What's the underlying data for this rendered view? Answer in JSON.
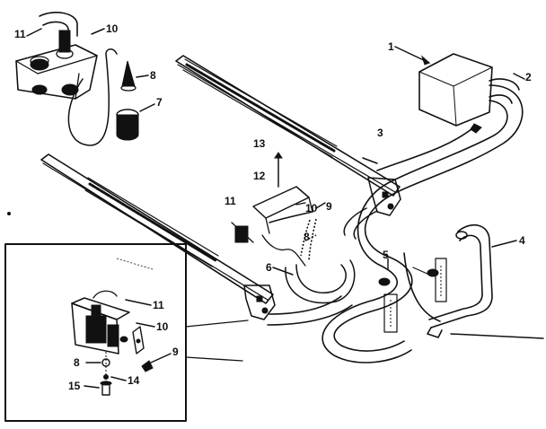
{
  "diagram": {
    "type": "exploded-parts-diagram",
    "callouts": {
      "c1": "1",
      "c2": "2",
      "c3": "3",
      "c4": "4",
      "c5": "5",
      "c6": "6",
      "c7": "7",
      "c8": "8",
      "c9": "9",
      "c10": "10",
      "c11": "11",
      "c12": "12",
      "c13": "13",
      "i8": "8",
      "i9": "9",
      "i10": "10",
      "i11": "11",
      "i14": "14",
      "i15": "15"
    }
  }
}
